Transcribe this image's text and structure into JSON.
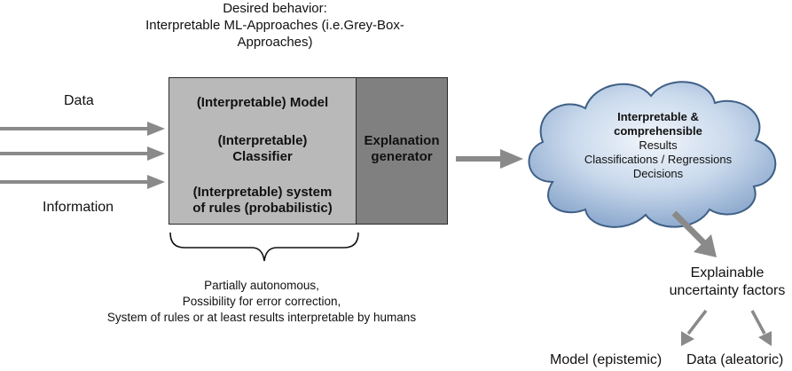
{
  "title": {
    "line1": "Desired behavior:",
    "line2": "Interpretable ML-Approaches (i.e.Grey-Box-",
    "line3": "Approaches)"
  },
  "inputs": {
    "data_label": "Data",
    "information_label": "Information"
  },
  "model_box": {
    "model": "(Interpretable) Model",
    "classifier_line1": "(Interpretable)",
    "classifier_line2": "Classifier",
    "rules_line1": "(Interpretable) system",
    "rules_line2": "of rules (probabilistic)"
  },
  "explanation_box": {
    "line1": "Explanation",
    "line2": "generator"
  },
  "caption": {
    "line1": "Partially autonomous,",
    "line2": "Possibility for error correction,",
    "line3": "System of rules or at least results interpretable by humans"
  },
  "cloud": {
    "line1": "Interpretable &",
    "line2": "comprehensible",
    "line3": "Results",
    "line4": "Classifications / Regressions",
    "line5": "Decisions"
  },
  "uncertainty": {
    "line1": "Explainable",
    "line2": "uncertainty factors",
    "model": "Model (epistemic)",
    "data": "Data (aleatoric)"
  },
  "colors": {
    "arrow": "#8a8a8a",
    "model_box": "#b9b9b9",
    "explanation_box": "#808080",
    "cloud_fill": "#c4d6ea",
    "cloud_stroke": "#3f5f86"
  }
}
